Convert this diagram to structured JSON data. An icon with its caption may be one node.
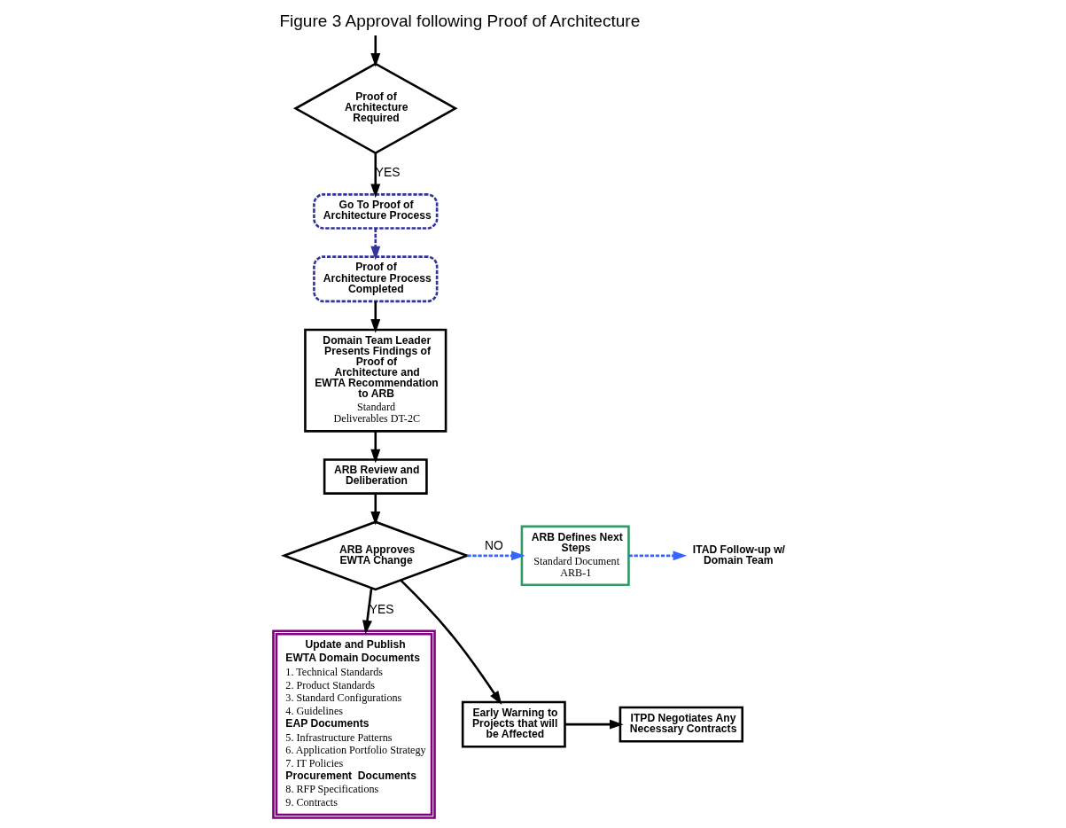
{
  "diagram": {
    "title": "Figure 3 Approval following Proof of Architecture",
    "nodes": [
      {
        "text": [
          "Proof of Architecture Required"
        ]
      },
      {
        "text": [
          "Go To Proof of Architecture Process"
        ]
      },
      {
        "text": [
          "Proof of Architecture Process Completed"
        ]
      },
      {
        "text": [
          "Domain Team Leader Presents Findings of Proof of Architecture and EWTA Recommendation to ARB",
          "Standard Deliverables DT-2C"
        ]
      },
      {
        "text": [
          "ARB Review and Deliberation"
        ]
      },
      {
        "text": [
          "ARB Approves EWTA Change"
        ]
      },
      {
        "text": [
          "ARB Defines Next Steps",
          "Standard Document ARB-1"
        ]
      },
      {
        "text": [
          "ITAD Follow-up w/ Domain Team"
        ]
      },
      {
        "text": [
          "Update and Publish",
          "EWTA Domain Documents",
          "1. Technical Standards",
          "2. Product Standards",
          "3. Standard Configurations",
          "4. Guidelines",
          "EAP Documents",
          "5. Infrastructure Patterns",
          "6. Application Portfolio Strategy",
          "7. IT Policies",
          "Procurement  Documents",
          "8. RFP Specifications",
          "9. Contracts"
        ]
      },
      {
        "text": [
          "Early Warning to Projects that will be Affected"
        ]
      },
      {
        "text": [
          "ITPD Negotiates Any Necessary Contracts"
        ]
      }
    ],
    "edges": [
      {
        "from": null,
        "to": 0,
        "arrow": "to"
      },
      {
        "from": 0,
        "to": 1,
        "arrow": "to",
        "label": "YES"
      },
      {
        "from": 1,
        "to": 2,
        "arrow": "to",
        "style": "dashed",
        "color": "#333399"
      },
      {
        "from": 2,
        "to": 3,
        "arrow": "to"
      },
      {
        "from": 3,
        "to": 4,
        "arrow": "to"
      },
      {
        "from": 4,
        "to": 5,
        "arrow": "to"
      },
      {
        "from": 5,
        "to": 6,
        "arrow": "to",
        "label": "NO",
        "style": "dashed",
        "color": "#3366ff"
      },
      {
        "from": 6,
        "to": 7,
        "arrow": "to",
        "style": "dashed",
        "color": "#3366ff"
      },
      {
        "from": 5,
        "to": 8,
        "arrow": "to",
        "label": "YES"
      },
      {
        "from": 5,
        "to": 9,
        "arrow": "to"
      },
      {
        "from": 9,
        "to": 10,
        "arrow": "to"
      }
    ]
  }
}
